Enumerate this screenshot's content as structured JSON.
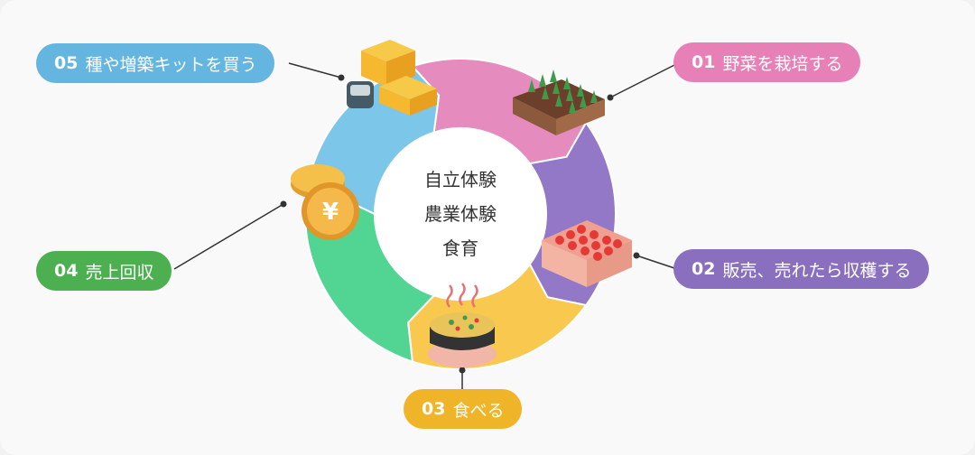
{
  "center_lines": [
    "自立体験",
    "農業体験",
    "食育"
  ],
  "steps": [
    {
      "num": "01",
      "label": "野菜を栽培する",
      "color": "#e880b8",
      "icon": "vegetable-bed-icon"
    },
    {
      "num": "02",
      "label": "販売、売れたら収穫する",
      "color": "#8a6fbf",
      "icon": "strawberry-crate-icon"
    },
    {
      "num": "03",
      "label": "食べる",
      "color": "#f0b429",
      "icon": "hot-pot-icon"
    },
    {
      "num": "04",
      "label": "売上回収",
      "color": "#4caf50",
      "icon": "yen-coins-icon"
    },
    {
      "num": "05",
      "label": "種や増築キットを買う",
      "color": "#64b5e0",
      "icon": "parcel-boxes-icon"
    }
  ],
  "ring_colors": [
    "#e58bbd",
    "#9278c6",
    "#f9c84f",
    "#52d493",
    "#7cc6ea"
  ]
}
